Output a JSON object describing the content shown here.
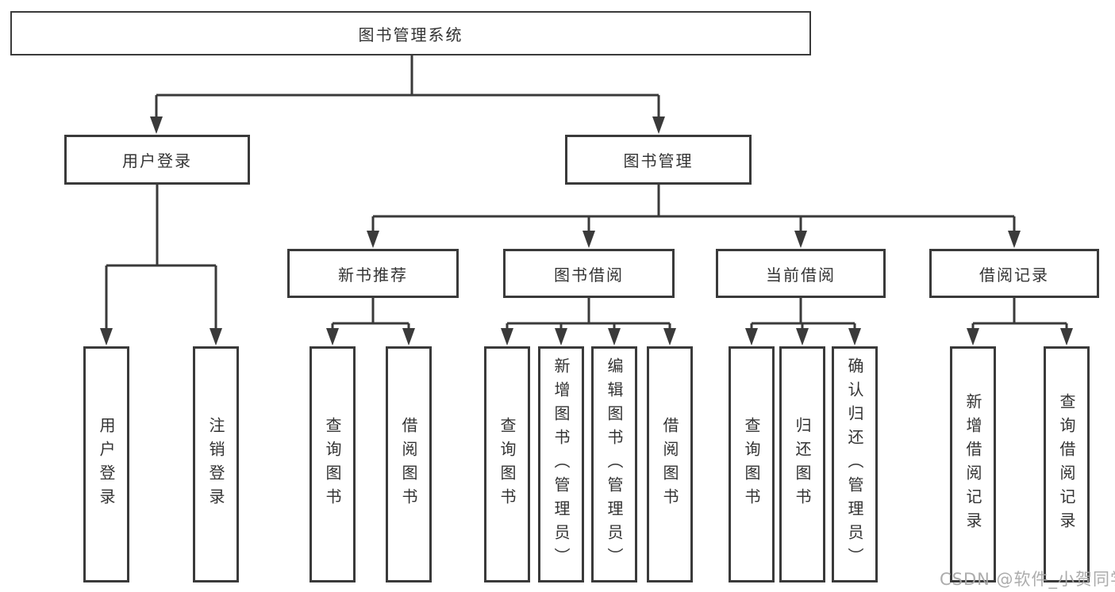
{
  "diagram": {
    "nodes": {
      "root": "图书管理系统",
      "userLogin": "用户登录",
      "bookMgmt": "图书管理",
      "newBookRec": "新书推荐",
      "bookBorrow": "图书借阅",
      "currentBorrow": "当前借阅",
      "borrowRecords": "借阅记录",
      "leafUserLogin": "用户登录",
      "leafLogout": "注销登录",
      "recQueryBooks": "查询图书",
      "recBorrowBooks": "借阅图书",
      "bbQueryBooks": "查询图书",
      "bbAddBooks": "新增图书（管理员）",
      "bbEditBooks": "编辑图书（管理员）",
      "bbBorrowBooks": "借阅图书",
      "cbQueryBooks": "查询图书",
      "cbReturnBooks": "归还图书",
      "cbConfirmReturn": "确认归还（管理员）",
      "brAddRecords": "新增借阅记录",
      "brQueryRecords": "查询借阅记录"
    },
    "hierarchy": {
      "title": "图书管理系统",
      "children": [
        {
          "title": "用户登录",
          "children": [
            {
              "title": "用户登录"
            },
            {
              "title": "注销登录"
            }
          ]
        },
        {
          "title": "图书管理",
          "children": [
            {
              "title": "新书推荐",
              "children": [
                {
                  "title": "查询图书"
                },
                {
                  "title": "借阅图书"
                }
              ]
            },
            {
              "title": "图书借阅",
              "children": [
                {
                  "title": "查询图书"
                },
                {
                  "title": "新增图书（管理员）"
                },
                {
                  "title": "编辑图书（管理员）"
                },
                {
                  "title": "借阅图书"
                }
              ]
            },
            {
              "title": "当前借阅",
              "children": [
                {
                  "title": "查询图书"
                },
                {
                  "title": "归还图书"
                },
                {
                  "title": "确认归还（管理员）"
                }
              ]
            },
            {
              "title": "借阅记录",
              "children": [
                {
                  "title": "新增借阅记录"
                },
                {
                  "title": "查询借阅记录"
                }
              ]
            }
          ]
        }
      ]
    },
    "colors": {
      "line": "#3a3a3a",
      "boxBorder": "#3a3a3a",
      "text": "#333333",
      "background": "#ffffff",
      "watermarkText": "#a8a8a8"
    }
  },
  "watermark": {
    "text": "CSDN @软件_小贺同学"
  }
}
